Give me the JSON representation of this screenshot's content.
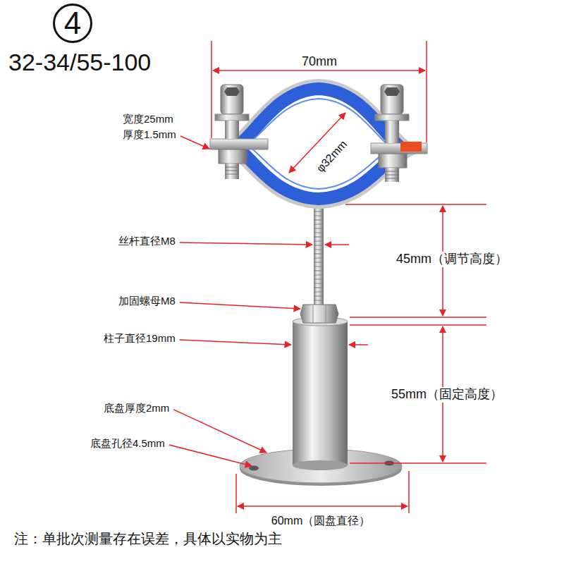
{
  "diagram": {
    "title": "32-34/55-100",
    "nodes": [
      {
        "text": [
          "4"
        ]
      }
    ],
    "labels": [
      "70mm",
      "宽度25mm",
      "厚度1.5mm",
      "φ32mm",
      "丝杆直径M8",
      "45mm（调节高度）",
      "加固螺母M8",
      "柱子直径19mm",
      "55mm（固定高度）",
      "底盘厚度2mm",
      "底盘孔径4.5mm",
      "60mm（圆盘直径）",
      "注：单批次测量存在误差，具体以实物为主"
    ]
  }
}
